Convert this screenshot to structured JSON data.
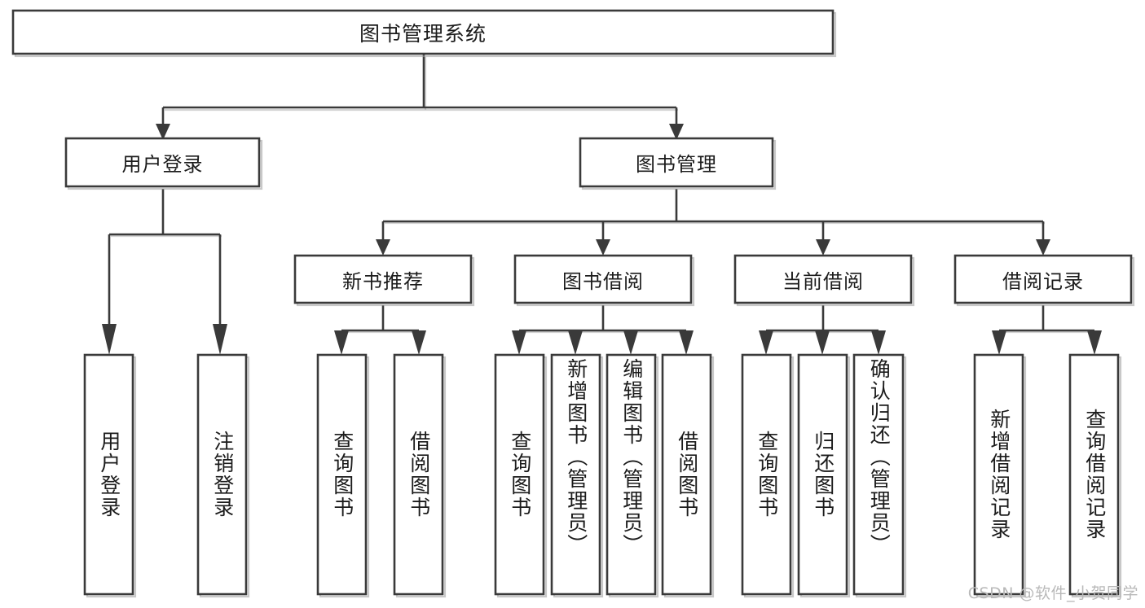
{
  "diagram": {
    "title": "图书管理系统",
    "type": "tree",
    "watermark": "CSDN @软件_小贺同学",
    "colors": {
      "box_stroke": "#3a3a3a",
      "box_fill": "#ffffff",
      "connector": "#3a3a3a",
      "text": "#1b1b1b",
      "watermark": "#b9b9b9",
      "canvas": "#ffffff"
    },
    "root": {
      "label": "图书管理系统",
      "orientation": "horizontal"
    },
    "level1": [
      {
        "label": "用户登录",
        "orientation": "horizontal"
      },
      {
        "label": "图书管理",
        "orientation": "horizontal"
      }
    ],
    "level2": [
      {
        "label": "新书推荐",
        "orientation": "horizontal",
        "parent": "图书管理"
      },
      {
        "label": "图书借阅",
        "orientation": "horizontal",
        "parent": "图书管理"
      },
      {
        "label": "当前借阅",
        "orientation": "horizontal",
        "parent": "图书管理"
      },
      {
        "label": "借阅记录",
        "orientation": "horizontal",
        "parent": "图书管理"
      }
    ],
    "leaves": {
      "用户登录": [
        {
          "label": "用户登录",
          "orientation": "vertical"
        },
        {
          "label": "注销登录",
          "orientation": "vertical"
        }
      ],
      "新书推荐": [
        {
          "label": "查询图书",
          "orientation": "vertical"
        },
        {
          "label": "借阅图书",
          "orientation": "vertical"
        }
      ],
      "图书借阅": [
        {
          "label": "查询图书",
          "orientation": "vertical"
        },
        {
          "label": "新增图书（管理员）",
          "orientation": "vertical"
        },
        {
          "label": "编辑图书（管理员）",
          "orientation": "vertical"
        },
        {
          "label": "借阅图书",
          "orientation": "vertical"
        }
      ],
      "当前借阅": [
        {
          "label": "查询图书",
          "orientation": "vertical"
        },
        {
          "label": "归还图书",
          "orientation": "vertical"
        },
        {
          "label": "确认归还（管理员）",
          "orientation": "vertical"
        }
      ],
      "借阅记录": [
        {
          "label": "新增借阅记录",
          "orientation": "vertical"
        },
        {
          "label": "查询借阅记录",
          "orientation": "vertical"
        }
      ]
    }
  }
}
